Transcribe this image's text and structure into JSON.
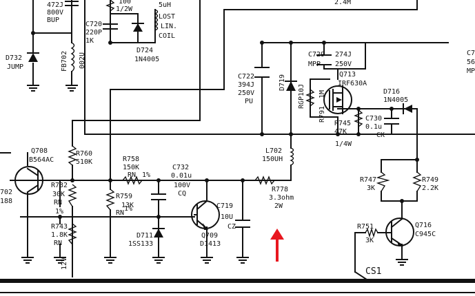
{
  "labels": {
    "c472j": "472J",
    "c800v": "800V",
    "c_bup": "BUP",
    "r100": "100",
    "r_1_2w": "1/2W",
    "lost1": "LOST",
    "lost2": "LIN.",
    "lost3": "COIL",
    "uh": "5uH",
    "top_r": "2.4M",
    "c720_name": "C720",
    "c720_val": "220P",
    "c720_v": "1K",
    "d732_name": "D732",
    "d732_type": "JUMP",
    "fb702_name": "FB702",
    "fb702_val": "002U",
    "d724_name": "D724",
    "d724_type": "1N4005",
    "c722_name": "C722",
    "c722_val": "394J",
    "c722_v": "250V",
    "c722_t": "PU",
    "d719_name": "D719",
    "d719_type": "RGP10J",
    "c729_name": "C729",
    "c729_t": "MPP",
    "c729_val": "274J",
    "c729_v": "250V",
    "q713_name": "Q713",
    "q713_type": "IRF630A",
    "r791_name": "R791",
    "r791_val": "1M",
    "r745_name": "R745",
    "r745_val": "47K",
    "r745_w": "1/4W",
    "c730_name": "C730",
    "c730_val": "0.1u",
    "c730_t": "CK",
    "d716_name": "D716",
    "d716_type": "1N4005",
    "edge_c": "C7",
    "edge_56": "56",
    "edge_m": "MP",
    "q708_name": "Q708",
    "q708_type": "B564AC",
    "q702_name": "702",
    "q702_type": "188",
    "r760_name": "R760",
    "r760_val": "510K",
    "r732_name": "R732",
    "r732_val": "30K",
    "r732_t": "RN",
    "r732_tol": "1%",
    "r743_name": "R743",
    "r743_val": "1.8K",
    "r743_t": "RN",
    "r758_name": "R758",
    "r758_val": "150K",
    "r758_t": "RN",
    "r758_tol": "1%",
    "r759_name": "R759",
    "r759_val": "13K",
    "r759_t": "RN",
    "r759_tol": "1%",
    "c732_name": "C732",
    "c732_val": "0.01u",
    "c732_v": "100V",
    "c732_t": "CQ",
    "c719_name": "C719",
    "c719_val": "10U",
    "c719_t": "CZ",
    "d711_name": "D711",
    "d711_type": "1SS133",
    "q709_name": "Q709",
    "q709_type": "D1413",
    "l702_name": "L702",
    "l702_val": "150UH",
    "r778_name": "R778",
    "r778_val": "3.3ohm",
    "r778_w": "2W",
    "r747_name": "R747",
    "r747_val": "3K",
    "r749_name": "R749",
    "r749_val": "2.2K",
    "r751_name": "R751",
    "r751_val": "3K",
    "q716_name": "Q716",
    "q716_type": "C945C",
    "v12": "12V",
    "cs1": "CS1"
  },
  "arrow_color": "#e8171f",
  "line_color": "#111111"
}
